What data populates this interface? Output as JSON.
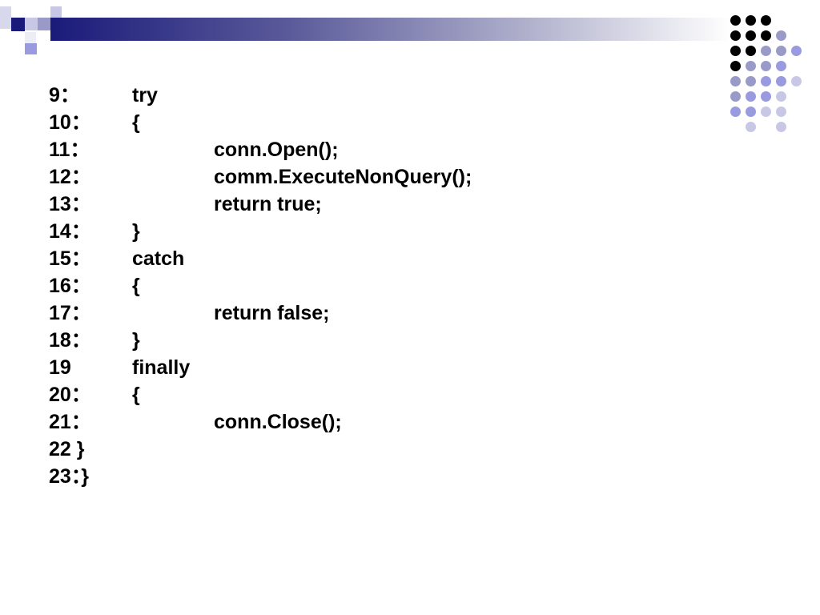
{
  "colors": {
    "navy": "#1a1a7a",
    "lavender": "#9a9ae0",
    "light_lavender": "#c8c8e6",
    "gray_violet": "#9a9ac8",
    "black": "#000000"
  },
  "code": {
    "lines": [
      {
        "num": "9：",
        "text": "try",
        "indent": 1
      },
      {
        "num": "10：",
        "text": "{",
        "indent": 1
      },
      {
        "num": "11：",
        "text": "conn.Open();",
        "indent": 2
      },
      {
        "num": "12：",
        "text": "comm.ExecuteNonQuery();",
        "indent": 2
      },
      {
        "num": "13：",
        "text": "return true;",
        "indent": 2
      },
      {
        "num": "14：",
        "text": "}",
        "indent": 1
      },
      {
        "num": "15：",
        "text": "catch",
        "indent": 1
      },
      {
        "num": "16：",
        "text": "{",
        "indent": 1
      },
      {
        "num": "17：",
        "text": "return false;",
        "indent": 2
      },
      {
        "num": "18：",
        "text": "}",
        "indent": 1
      },
      {
        "num": "19",
        "text": "finally",
        "indent": 1
      },
      {
        "num": "20：",
        "text": "{",
        "indent": 1
      },
      {
        "num": "21：",
        "text": "conn.Close();",
        "indent": 2
      },
      {
        "num": "22 }",
        "text": "",
        "indent": 0
      },
      {
        "num": "23：}",
        "text": "",
        "indent": 0
      }
    ]
  }
}
